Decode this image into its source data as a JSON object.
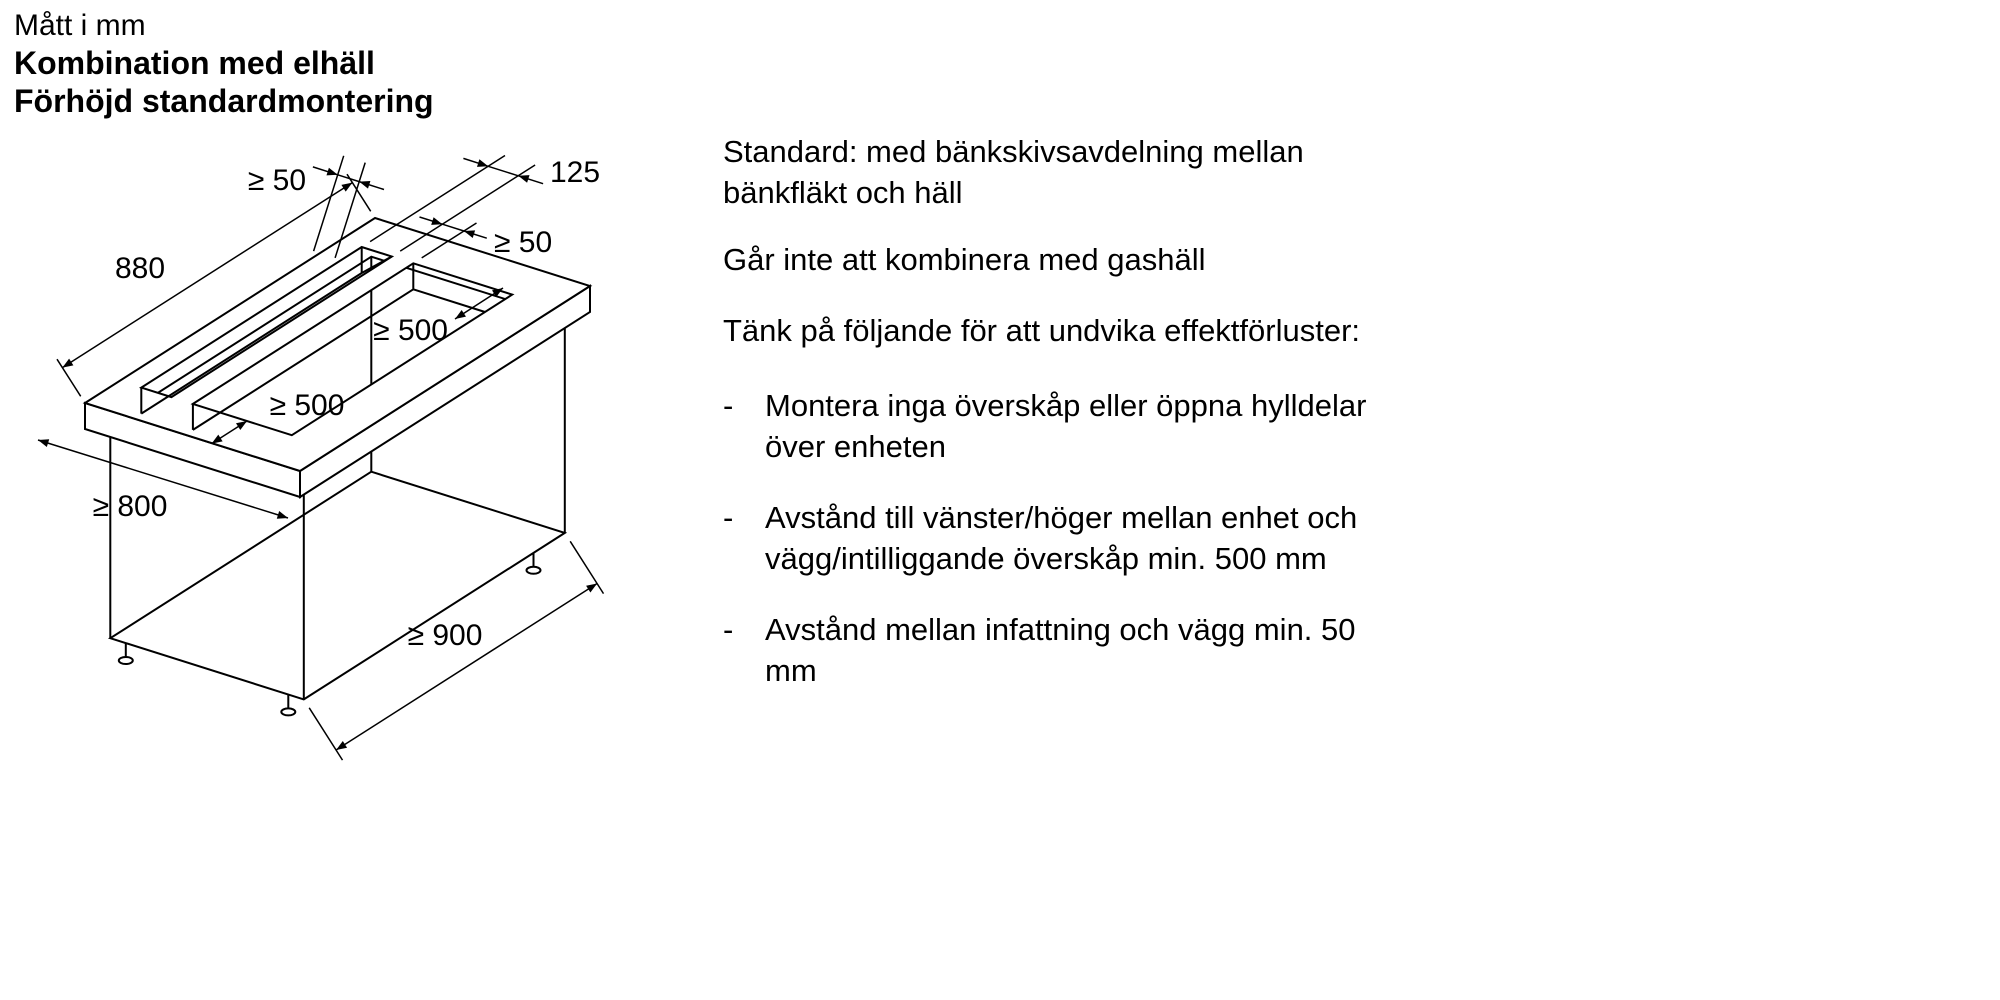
{
  "title": {
    "units_note": "Mått i mm",
    "combination": "Kombination med elhäll",
    "mounting": "Förhöjd standardmontering"
  },
  "diagram": {
    "dimensions": {
      "worktop_width": "880",
      "back_gap": "≥ 50",
      "slot_depth": "125",
      "divider_gap": "≥ 50",
      "side_clearance_right": "≥ 500",
      "side_clearance_left": "≥ 500",
      "worktop_height": "≥ 800",
      "cabinet_width": "≥ 900"
    }
  },
  "notes": {
    "standard": "Standard: med bänkskivsavdelning mellan\nbänkfläkt och häll",
    "gas_note": "Går inte att kombinera med gashäll",
    "efficiency_heading": "Tänk på följande för att undvika effektförluster:",
    "bullets": [
      {
        "marker": "-",
        "text": "Montera inga överskåp eller öppna hylldelar\növer enheten"
      },
      {
        "marker": "-",
        "text": "Avstånd till vänster/höger mellan enhet och\nvägg/intilliggande överskåp min. 500 mm"
      },
      {
        "marker": "-",
        "text": "Avstånd mellan infattning och vägg min. 50\nmm"
      }
    ]
  }
}
